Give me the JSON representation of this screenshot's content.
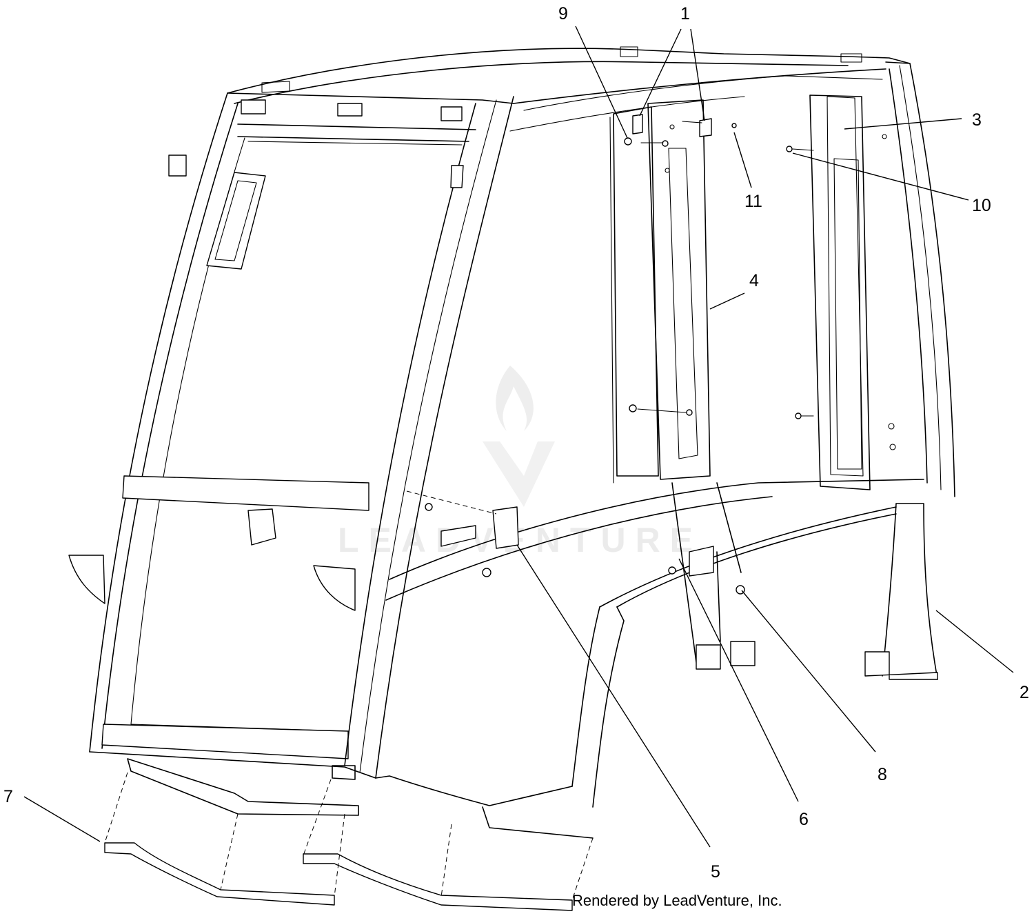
{
  "callouts": [
    {
      "id": "1",
      "label": "1"
    },
    {
      "id": "2",
      "label": "2"
    },
    {
      "id": "3",
      "label": "3"
    },
    {
      "id": "4",
      "label": "4"
    },
    {
      "id": "5",
      "label": "5"
    },
    {
      "id": "6",
      "label": "6"
    },
    {
      "id": "7",
      "label": "7"
    },
    {
      "id": "8",
      "label": "8"
    },
    {
      "id": "9",
      "label": "9"
    },
    {
      "id": "10",
      "label": "10"
    },
    {
      "id": "11",
      "label": "11"
    }
  ],
  "credit": "Rendered by LeadVenture, Inc.",
  "watermark": {
    "text": "LEADVENTURE",
    "color": "#dcdcdc"
  },
  "colors": {
    "line": "#000000",
    "background": "#ffffff"
  }
}
